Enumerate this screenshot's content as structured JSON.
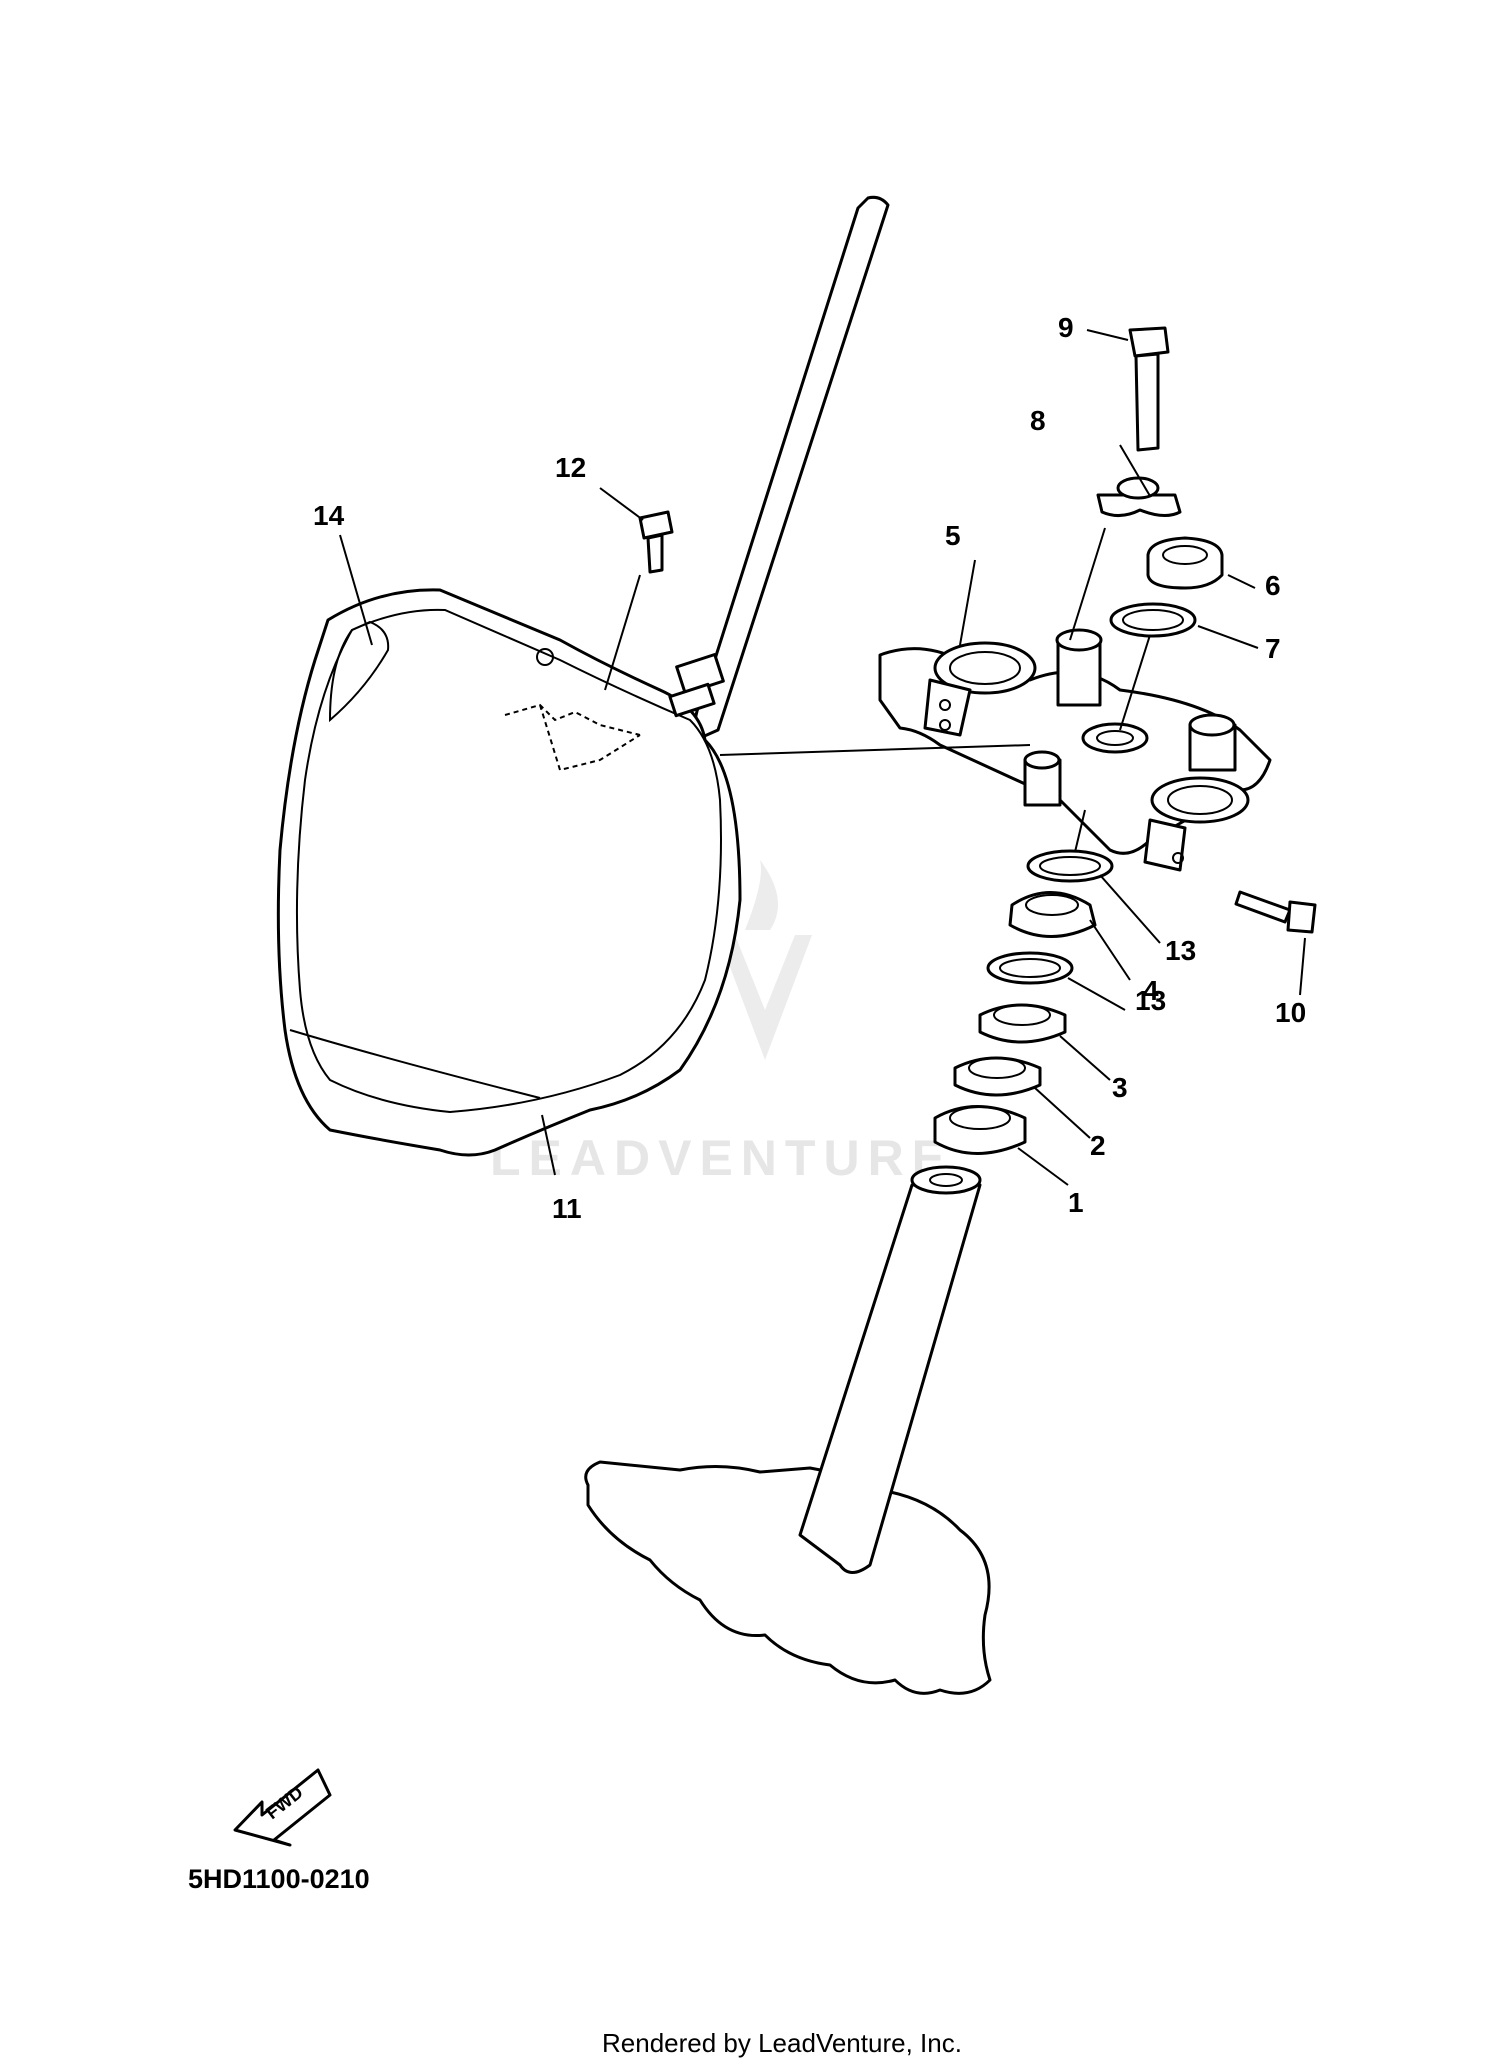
{
  "diagram_code": "5HD1100-0210",
  "credit": "Rendered by LeadVenture, Inc.",
  "watermark": "LEADVENTURE",
  "fwd_label": "FWD",
  "callouts": [
    {
      "id": "1",
      "label": "1"
    },
    {
      "id": "2",
      "label": "2"
    },
    {
      "id": "3",
      "label": "3"
    },
    {
      "id": "4",
      "label": "4"
    },
    {
      "id": "5",
      "label": "5"
    },
    {
      "id": "6",
      "label": "6"
    },
    {
      "id": "7",
      "label": "7"
    },
    {
      "id": "8",
      "label": "8"
    },
    {
      "id": "9",
      "label": "9"
    },
    {
      "id": "10",
      "label": "10"
    },
    {
      "id": "11",
      "label": "11"
    },
    {
      "id": "12",
      "label": "12"
    },
    {
      "id": "13a",
      "label": "13"
    },
    {
      "id": "13b",
      "label": "13"
    },
    {
      "id": "14",
      "label": "14"
    }
  ]
}
